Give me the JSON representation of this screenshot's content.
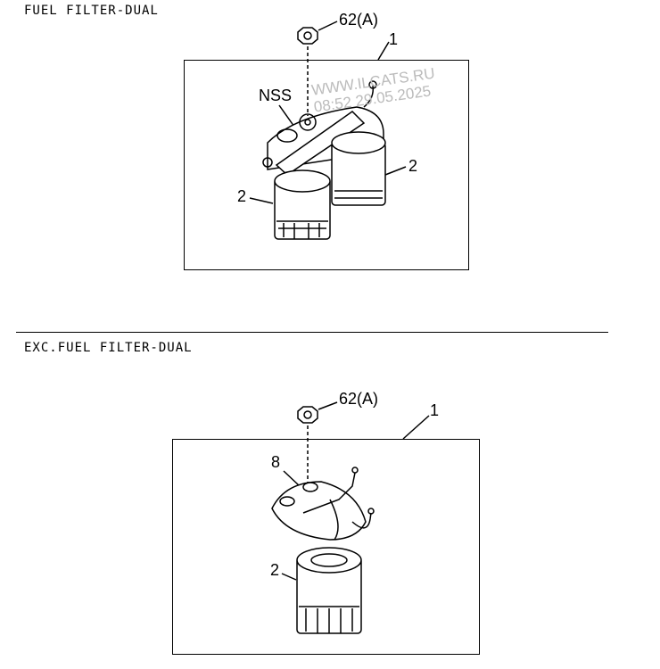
{
  "sections": [
    {
      "title": "FUEL FILTER-DUAL",
      "callouts": {
        "nut": "62(A)",
        "assembly": "1",
        "nss": "NSS",
        "filter_left": "2",
        "filter_right": "2"
      }
    },
    {
      "title": "EXC.FUEL FILTER-DUAL",
      "callouts": {
        "nut": "62(A)",
        "assembly": "1",
        "head": "8",
        "filter": "2"
      }
    }
  ],
  "watermark": {
    "line1": "WWW.ILCATS.RU",
    "line2": "08:52 29.05.2025"
  }
}
